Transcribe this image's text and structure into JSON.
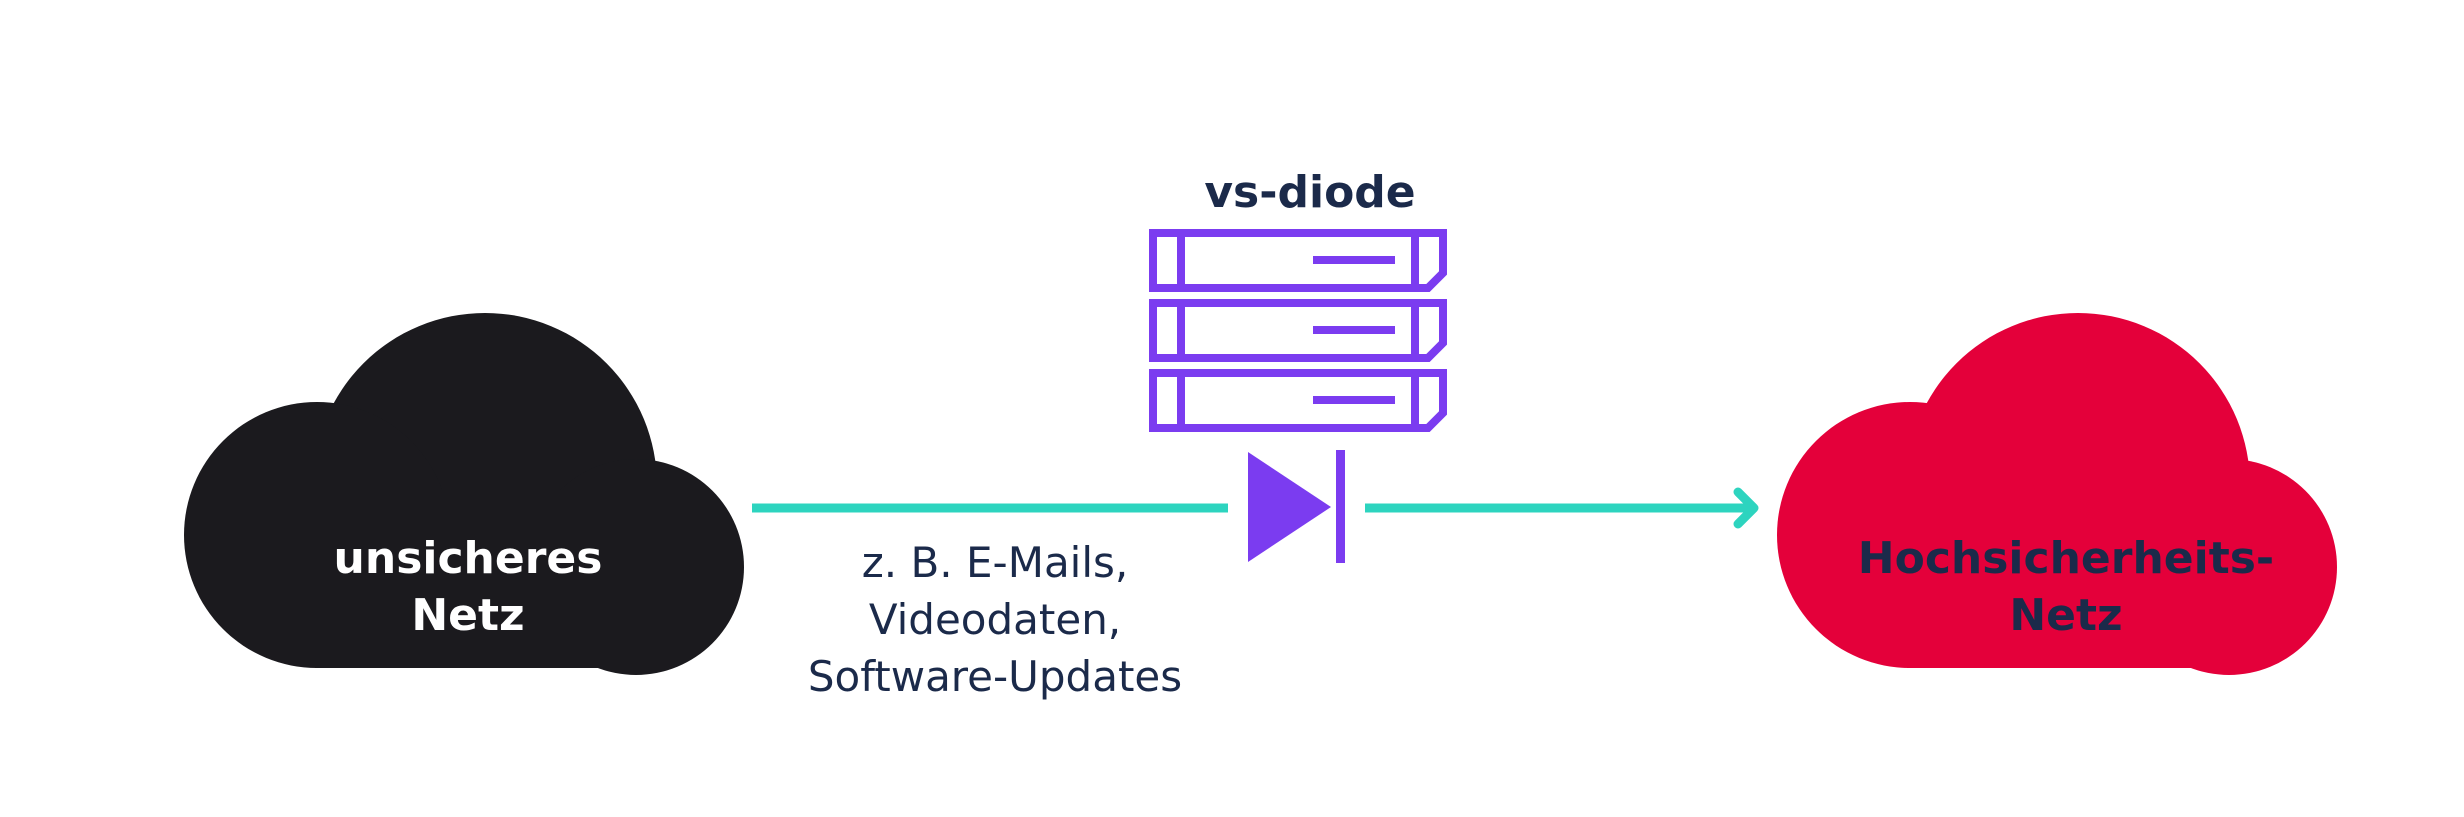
{
  "colors": {
    "unsafe_cloud": "#1b1a1e",
    "secure_cloud": "#e4003a",
    "device": "#7b3cf0",
    "flow_line": "#2dd4bf",
    "text_dark": "#1b2a4a",
    "text_light": "#ffffff",
    "background": "#ffffff"
  },
  "unsafe_network": {
    "line1": "unsicheres",
    "line2": "Netz",
    "icon": "cloud-icon"
  },
  "secure_network": {
    "line1": "Hochsicherheits-",
    "line2": "Netz",
    "icon": "cloud-icon"
  },
  "device": {
    "label": "vs-diode",
    "icon": "server-rack-icon",
    "symbol": "diode-symbol-icon"
  },
  "flow": {
    "line1": "z. B. E-Mails,",
    "line2": "Videodaten,",
    "line3": "Software-Updates",
    "icon": "arrow-right-icon"
  }
}
